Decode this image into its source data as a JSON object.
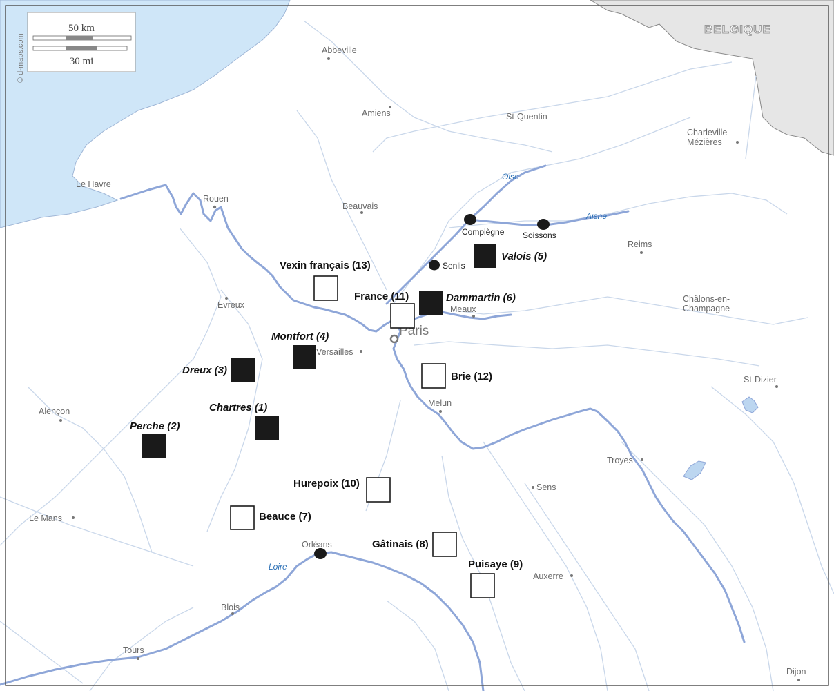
{
  "credit": "© d-maps.com",
  "scale": {
    "km": "50 km",
    "mi": "30 mi"
  },
  "country": "BELGIQUE",
  "capital": "Paris",
  "cities": [
    "Abbeville",
    "Amiens",
    "St-Quentin",
    "Charleville-",
    "Mézières",
    "Le Havre",
    "Rouen",
    "Beauvais",
    "Reims",
    "Châlons-en-",
    "Champagne",
    "Evreux",
    "Meaux",
    "Versailles",
    "St-Dizier",
    "Alençon",
    "Melun",
    "Troyes",
    "Sens",
    "Le Mans",
    "Orléans",
    "Auxerre",
    "Blois",
    "Tours",
    "Dijon"
  ],
  "seats": [
    "Compiègne",
    "Soissons",
    "Senlis"
  ],
  "rivers": [
    "Oise",
    "Aisne",
    "Loire"
  ],
  "regions_filled": [
    {
      "label": "Valois (5)"
    },
    {
      "label": "Dammartin (6)"
    },
    {
      "label": "Montfort (4)"
    },
    {
      "label": "Dreux (3)"
    },
    {
      "label": "Chartres (1)"
    },
    {
      "label": "Perche (2)"
    }
  ],
  "regions_open": [
    {
      "label": "Vexin français (13)"
    },
    {
      "label": "France (11)"
    },
    {
      "label": "Brie (12)"
    },
    {
      "label": "Hurepoix (10)"
    },
    {
      "label": "Beauce (7)"
    },
    {
      "label": "Gâtinais (8)"
    },
    {
      "label": "Puisaye (9)"
    }
  ],
  "colors": {
    "sea": "#cfe6f8",
    "foreign_land": "#e6e6e6",
    "river": "#8ea6d8",
    "marker": "#1a1a1a"
  }
}
